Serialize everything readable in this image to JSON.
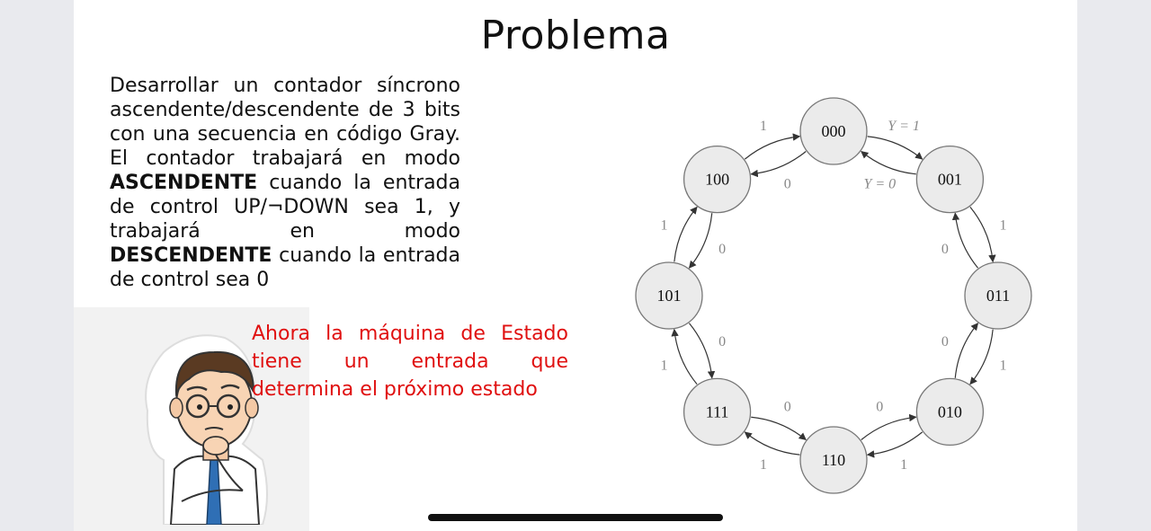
{
  "slide": {
    "title": "Problema",
    "paragraph": {
      "text_1": "Desarrollar un contador síncrono ascendente/descendente de 3 bits con una secuencia en código Gray. El contador trabajará en modo ",
      "bold_1": "ASCENDENTE",
      "text_2": " cuando la entrada de control UP/¬DOWN sea 1, y trabajará en modo ",
      "bold_2": "DESCENDENTE",
      "text_3": " cuando la entrada de control sea 0"
    },
    "note": "Ahora la máquina de Estado tiene un entrada que determina el próximo estado"
  },
  "diagram": {
    "states": [
      "000",
      "001",
      "011",
      "010",
      "110",
      "111",
      "101",
      "100"
    ],
    "cw_labels": [
      "Y = 1",
      "1",
      "1",
      "1",
      "1",
      "1",
      "1",
      "1"
    ],
    "ccw_labels": [
      "Y = 0",
      "0",
      "0",
      "0",
      "0",
      "0",
      "0",
      "0"
    ],
    "colors": {
      "node_fill": "#ebebeb",
      "node_stroke": "#777777",
      "edge": "#333333",
      "edge_label": "#888888"
    }
  },
  "colors": {
    "note_text": "#e01010"
  }
}
